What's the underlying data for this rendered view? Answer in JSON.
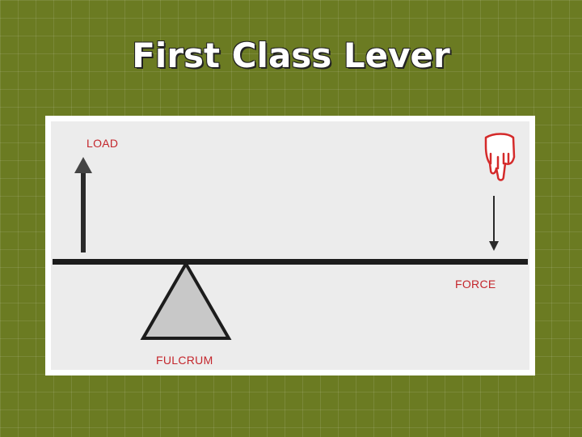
{
  "slide": {
    "title": "First Class Lever"
  },
  "diagram": {
    "load_label": "LOAD",
    "force_label": "FORCE",
    "fulcrum_label": "FULCRUM",
    "colors": {
      "background": "#6b7b22",
      "canvas": "#ececec",
      "beam": "#1c1c1c",
      "fulcrum_fill": "#c8c8c8",
      "label_red": "#c4262c",
      "hand": "#d42a2a"
    },
    "icons": [
      "up-arrow-icon",
      "down-arrow-icon",
      "pointing-hand-icon",
      "triangle-fulcrum-icon"
    ]
  }
}
